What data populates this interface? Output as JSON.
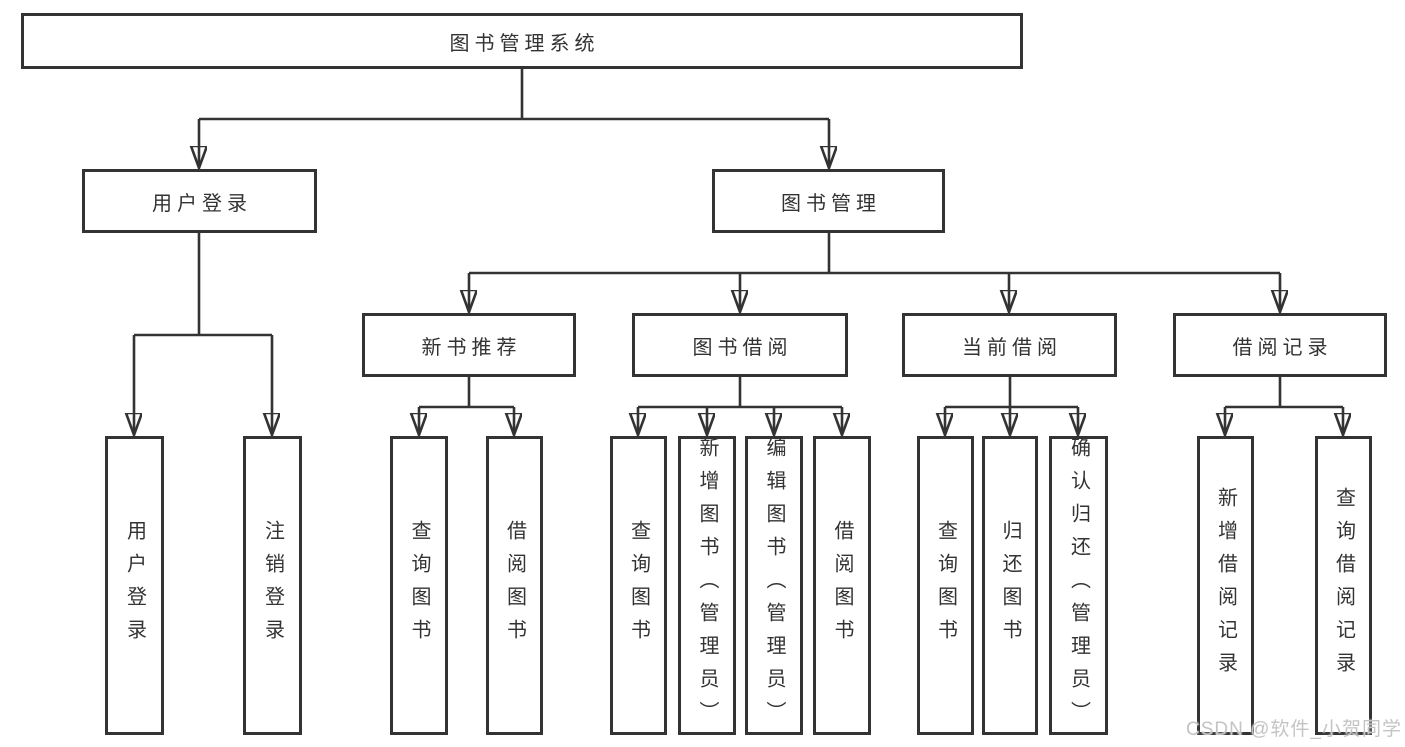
{
  "tree": {
    "root": "图书管理系统",
    "level2": [
      "用户登录",
      "图书管理"
    ],
    "level3": [
      "新书推荐",
      "图书借阅",
      "当前借阅",
      "借阅记录"
    ],
    "leaves": {
      "user_login": [
        "用户登录",
        "注销登录"
      ],
      "new_book": [
        "查询图书",
        "借阅图书"
      ],
      "book_borrow": [
        "查询图书",
        "新增图书（管理员）",
        "编辑图书（管理员）",
        "借阅图书"
      ],
      "current_borrow": [
        "查询图书",
        "归还图书",
        "确认归还（管理员）"
      ],
      "borrow_record": [
        "新增借阅记录",
        "查询借阅记录"
      ]
    }
  },
  "watermark": "CSDN @软件_小贺同学",
  "colors": {
    "line": "#333333",
    "text": "#333333",
    "background": "#ffffff",
    "watermark": "#c4c4c4"
  }
}
